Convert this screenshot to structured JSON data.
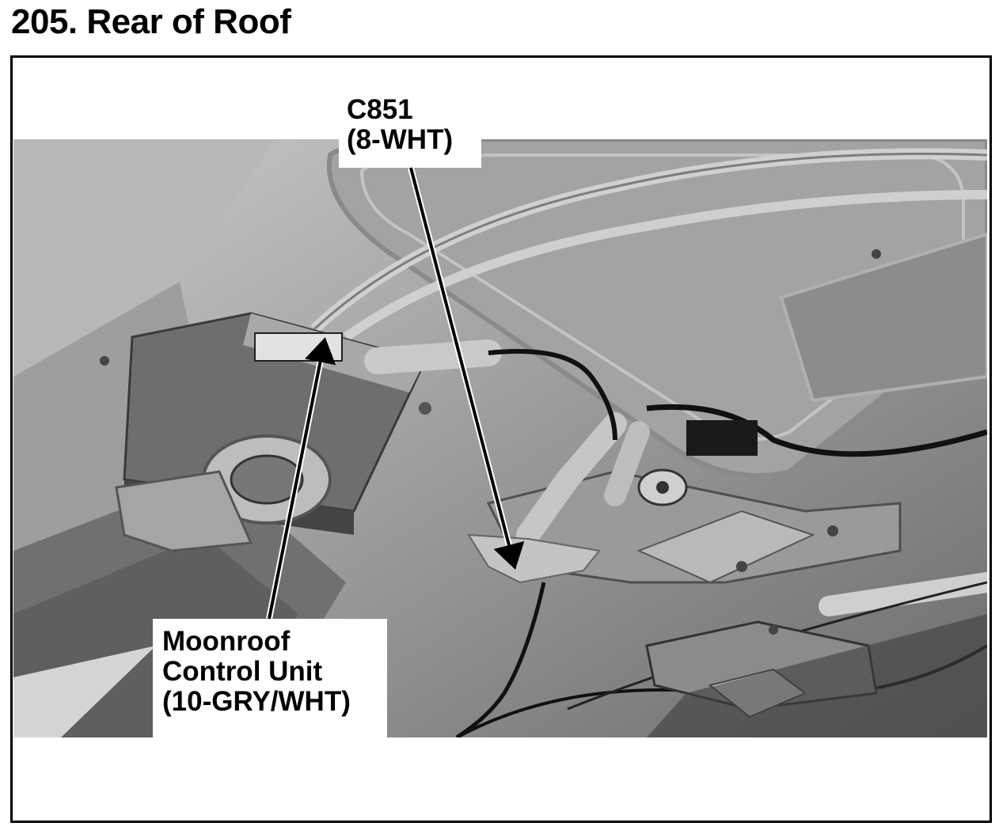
{
  "title": "205. Rear of Roof",
  "callouts": {
    "c851": {
      "line1": "C851",
      "line2": "(8-WHT)"
    },
    "moonroof_control_unit": {
      "line1": "Moonroof",
      "line2": "Control Unit",
      "line3": "(10-GRY/WHT)"
    }
  }
}
